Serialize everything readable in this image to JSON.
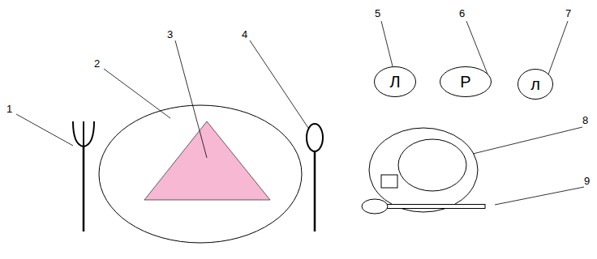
{
  "diagram": {
    "nodes": [
      {
        "text": [
          "Л"
        ]
      },
      {
        "text": [
          "Р"
        ]
      },
      {
        "text": [
          "л"
        ]
      }
    ],
    "labels": [
      "1",
      "2",
      "3",
      "4",
      "5",
      "6",
      "7",
      "8",
      "9"
    ]
  }
}
